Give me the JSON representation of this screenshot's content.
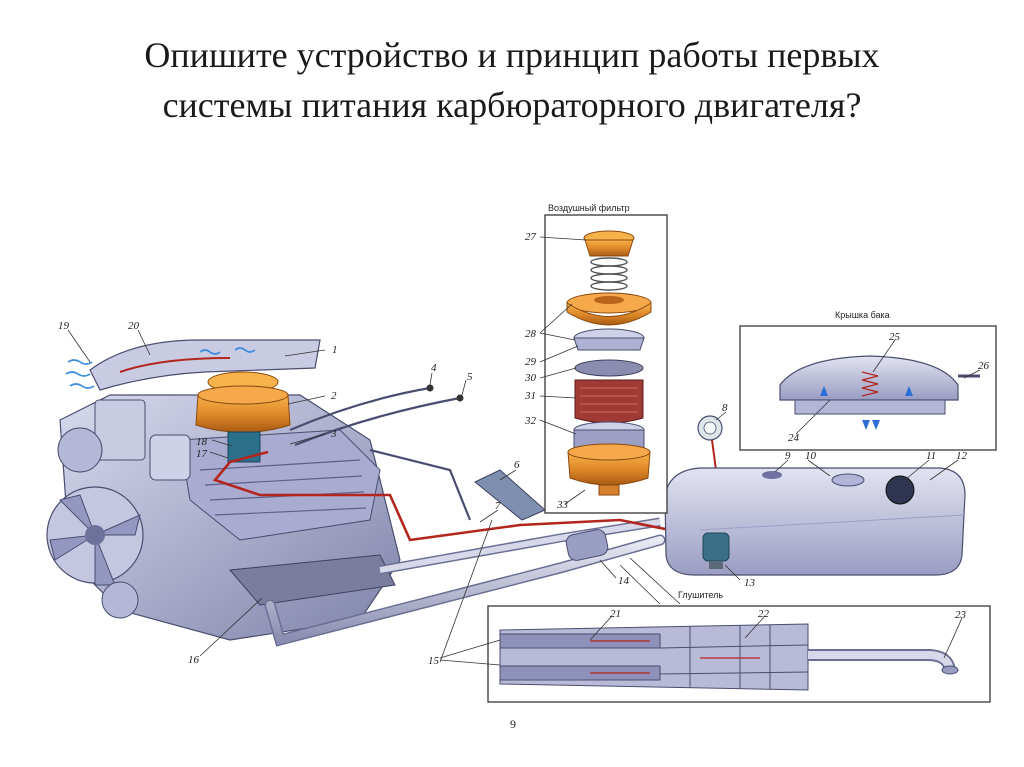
{
  "slide": {
    "title_line1": "Опишите устройство и принцип работы первых",
    "title_line2": "системы питания карбюраторного двигателя?"
  },
  "diagram": {
    "page_number": "9",
    "insets": {
      "air_filter": "Воздушный фильтр",
      "tank_cap": "Крышка бака",
      "muffler": "Глушитель"
    },
    "callouts": [
      "1",
      "2",
      "3",
      "4",
      "5",
      "6",
      "7",
      "8",
      "9",
      "10",
      "11",
      "12",
      "13",
      "14",
      "15",
      "16",
      "17",
      "18",
      "19",
      "20",
      "21",
      "22",
      "23",
      "24",
      "25",
      "26",
      "27",
      "28",
      "29",
      "30",
      "31",
      "32",
      "33"
    ],
    "colors": {
      "engine_body": "#b9bcd8",
      "engine_shadow": "#7e82a8",
      "fuel_line": "#b3261e",
      "copper": "#e08a2a",
      "tank": "#c3c5e0"
    }
  }
}
